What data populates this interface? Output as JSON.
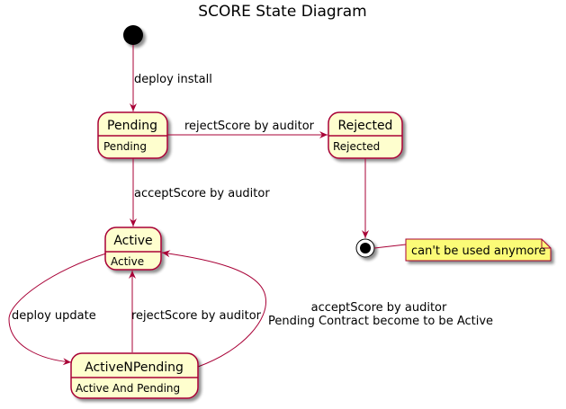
{
  "title": "SCORE State Diagram",
  "states": {
    "pending": {
      "name": "Pending",
      "desc": "Pending"
    },
    "rejected": {
      "name": "Rejected",
      "desc": "Rejected"
    },
    "active": {
      "name": "Active",
      "desc": "Active"
    },
    "activenp": {
      "name": "ActiveNPending",
      "desc": "Active And Pending"
    }
  },
  "transitions": {
    "start_to_pending": "deploy install",
    "pending_to_rejected": "rejectScore by auditor",
    "pending_to_active": "acceptScore by auditor",
    "active_to_activenp": "deploy update",
    "activenp_to_active_reject": "rejectScore by auditor",
    "activenp_to_active_accept_line1": "acceptScore by auditor",
    "activenp_to_active_accept_line2": "Pending Contract become to be Active"
  },
  "note": "can't be used anymore",
  "colors": {
    "state_fill": "#FEFECE",
    "state_border": "#A80036",
    "arrow": "#A80036",
    "note_fill": "#FBFB77"
  }
}
